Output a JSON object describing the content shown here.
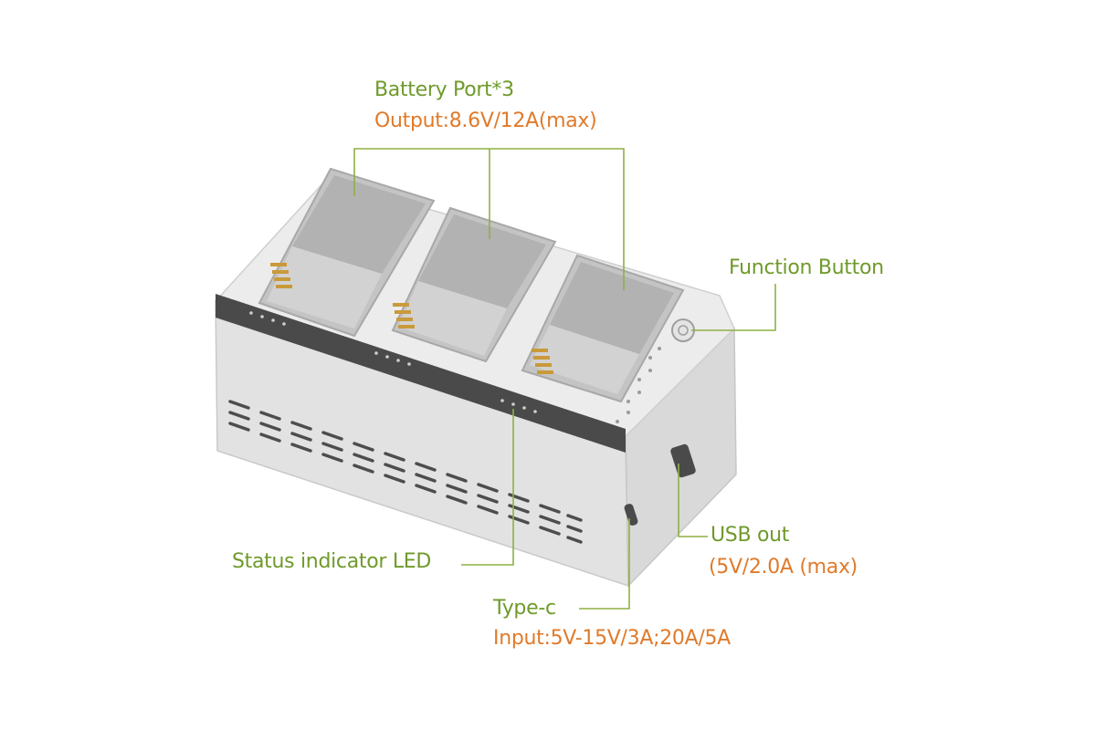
{
  "colors": {
    "label_primary": "#6f9a2b",
    "label_spec": "#e07a2a",
    "leader_line": "#8fb043",
    "housing": "#e6e6e6",
    "panel": "#4a4a4a",
    "contacts": "#c99a3a"
  },
  "callouts": {
    "battery_port": {
      "title": "Battery Port*3",
      "spec": "Output:8.6V/12A(max)"
    },
    "function_button": {
      "title": "Function Button"
    },
    "status_led": {
      "title": "Status indicator LED"
    },
    "usb_out": {
      "title": "USB out",
      "spec": "(5V/2.0A (max)"
    },
    "type_c": {
      "title": "Type-c",
      "spec": "Input:5V-15V/3A;20A/5A"
    }
  }
}
